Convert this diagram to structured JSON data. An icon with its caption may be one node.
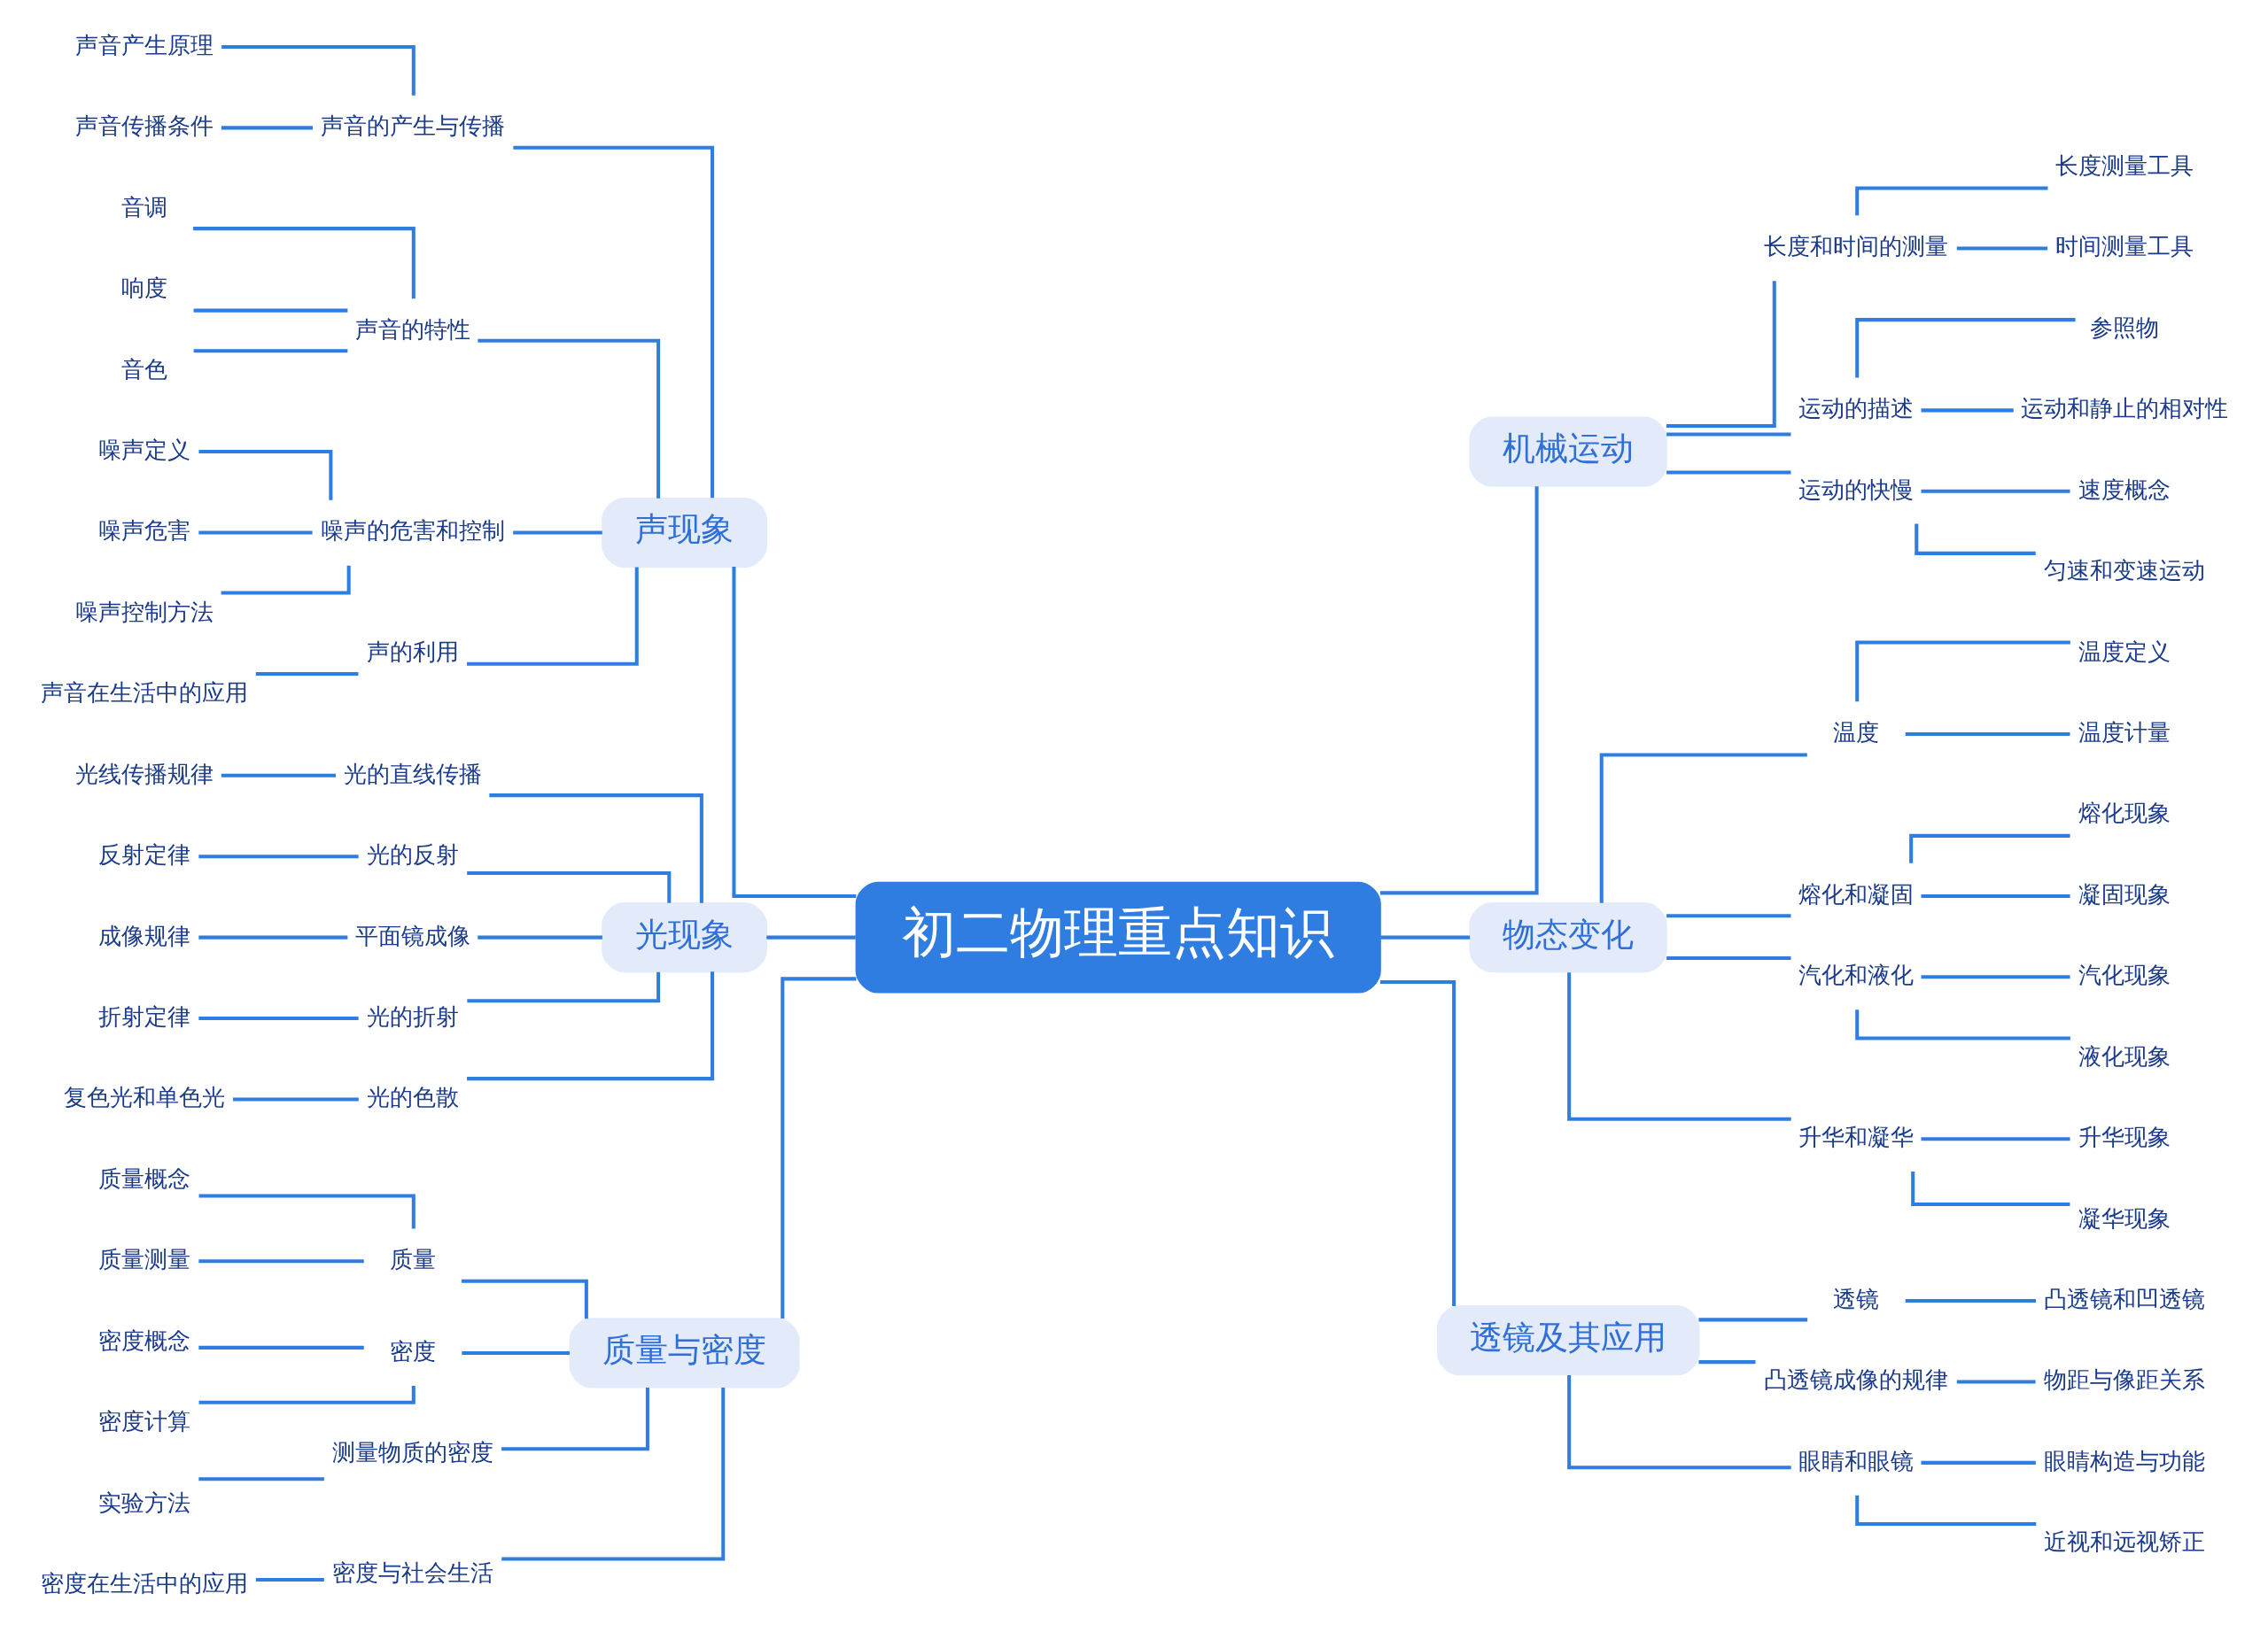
{
  "diagram": {
    "nodes": [
      {
        "text": [
          "初二物理重点知识"
        ]
      },
      {
        "text": [
          "声现象"
        ]
      },
      {
        "text": [
          "声音的产生与传播"
        ]
      },
      {
        "text": [
          "声音产生原理"
        ]
      },
      {
        "text": [
          "声音传播条件"
        ]
      },
      {
        "text": [
          "声音的特性"
        ]
      },
      {
        "text": [
          "音调"
        ]
      },
      {
        "text": [
          "响度"
        ]
      },
      {
        "text": [
          "音色"
        ]
      },
      {
        "text": [
          "噪声的危害和控制"
        ]
      },
      {
        "text": [
          "噪声定义"
        ]
      },
      {
        "text": [
          "噪声危害"
        ]
      },
      {
        "text": [
          "噪声控制方法"
        ]
      },
      {
        "text": [
          "声的利用"
        ]
      },
      {
        "text": [
          "声音在生活中的应用"
        ]
      },
      {
        "text": [
          "光现象"
        ]
      },
      {
        "text": [
          "光的直线传播"
        ]
      },
      {
        "text": [
          "光线传播规律"
        ]
      },
      {
        "text": [
          "光的反射"
        ]
      },
      {
        "text": [
          "反射定律"
        ]
      },
      {
        "text": [
          "平面镜成像"
        ]
      },
      {
        "text": [
          "成像规律"
        ]
      },
      {
        "text": [
          "光的折射"
        ]
      },
      {
        "text": [
          "折射定律"
        ]
      },
      {
        "text": [
          "光的色散"
        ]
      },
      {
        "text": [
          "复色光和单色光"
        ]
      },
      {
        "text": [
          "质量与密度"
        ]
      },
      {
        "text": [
          "质量"
        ]
      },
      {
        "text": [
          "质量概念"
        ]
      },
      {
        "text": [
          "质量测量"
        ]
      },
      {
        "text": [
          "密度"
        ]
      },
      {
        "text": [
          "密度概念"
        ]
      },
      {
        "text": [
          "密度计算"
        ]
      },
      {
        "text": [
          "测量物质的密度"
        ]
      },
      {
        "text": [
          "实验方法"
        ]
      },
      {
        "text": [
          "密度与社会生活"
        ]
      },
      {
        "text": [
          "密度在生活中的应用"
        ]
      },
      {
        "text": [
          "机械运动"
        ]
      },
      {
        "text": [
          "长度和时间的测量"
        ]
      },
      {
        "text": [
          "长度测量工具"
        ]
      },
      {
        "text": [
          "时间测量工具"
        ]
      },
      {
        "text": [
          "运动的描述"
        ]
      },
      {
        "text": [
          "参照物"
        ]
      },
      {
        "text": [
          "运动和静止的相对性"
        ]
      },
      {
        "text": [
          "运动的快慢"
        ]
      },
      {
        "text": [
          "速度概念"
        ]
      },
      {
        "text": [
          "匀速和变速运动"
        ]
      },
      {
        "text": [
          "物态变化"
        ]
      },
      {
        "text": [
          "温度"
        ]
      },
      {
        "text": [
          "温度定义"
        ]
      },
      {
        "text": [
          "温度计量"
        ]
      },
      {
        "text": [
          "熔化和凝固"
        ]
      },
      {
        "text": [
          "熔化现象"
        ]
      },
      {
        "text": [
          "凝固现象"
        ]
      },
      {
        "text": [
          "汽化和液化"
        ]
      },
      {
        "text": [
          "汽化现象"
        ]
      },
      {
        "text": [
          "液化现象"
        ]
      },
      {
        "text": [
          "升华和凝华"
        ]
      },
      {
        "text": [
          "升华现象"
        ]
      },
      {
        "text": [
          "凝华现象"
        ]
      },
      {
        "text": [
          "透镜及其应用"
        ]
      },
      {
        "text": [
          "透镜"
        ]
      },
      {
        "text": [
          "凸透镜和凹透镜"
        ]
      },
      {
        "text": [
          "凸透镜成像的规律"
        ]
      },
      {
        "text": [
          "物距与像距关系"
        ]
      },
      {
        "text": [
          "眼睛和眼镜"
        ]
      },
      {
        "text": [
          "眼睛构造与功能"
        ]
      },
      {
        "text": [
          "近视和远视矫正"
        ]
      }
    ],
    "edges": [
      {
        "from": 0,
        "to": 1,
        "arrow": "none"
      },
      {
        "from": 1,
        "to": 2,
        "arrow": "none"
      },
      {
        "from": 2,
        "to": 3,
        "arrow": "none"
      },
      {
        "from": 2,
        "to": 4,
        "arrow": "none"
      },
      {
        "from": 1,
        "to": 5,
        "arrow": "none"
      },
      {
        "from": 5,
        "to": 6,
        "arrow": "none"
      },
      {
        "from": 5,
        "to": 7,
        "arrow": "none"
      },
      {
        "from": 5,
        "to": 8,
        "arrow": "none"
      },
      {
        "from": 1,
        "to": 9,
        "arrow": "none"
      },
      {
        "from": 9,
        "to": 10,
        "arrow": "none"
      },
      {
        "from": 9,
        "to": 11,
        "arrow": "none"
      },
      {
        "from": 9,
        "to": 12,
        "arrow": "none"
      },
      {
        "from": 1,
        "to": 13,
        "arrow": "none"
      },
      {
        "from": 13,
        "to": 14,
        "arrow": "none"
      },
      {
        "from": 0,
        "to": 15,
        "arrow": "none"
      },
      {
        "from": 15,
        "to": 16,
        "arrow": "none"
      },
      {
        "from": 16,
        "to": 17,
        "arrow": "none"
      },
      {
        "from": 15,
        "to": 18,
        "arrow": "none"
      },
      {
        "from": 18,
        "to": 19,
        "arrow": "none"
      },
      {
        "from": 15,
        "to": 20,
        "arrow": "none"
      },
      {
        "from": 20,
        "to": 21,
        "arrow": "none"
      },
      {
        "from": 15,
        "to": 22,
        "arrow": "none"
      },
      {
        "from": 22,
        "to": 23,
        "arrow": "none"
      },
      {
        "from": 15,
        "to": 24,
        "arrow": "none"
      },
      {
        "from": 24,
        "to": 25,
        "arrow": "none"
      },
      {
        "from": 0,
        "to": 26,
        "arrow": "none"
      },
      {
        "from": 26,
        "to": 27,
        "arrow": "none"
      },
      {
        "from": 27,
        "to": 28,
        "arrow": "none"
      },
      {
        "from": 27,
        "to": 29,
        "arrow": "none"
      },
      {
        "from": 26,
        "to": 30,
        "arrow": "none"
      },
      {
        "from": 30,
        "to": 31,
        "arrow": "none"
      },
      {
        "from": 30,
        "to": 32,
        "arrow": "none"
      },
      {
        "from": 26,
        "to": 33,
        "arrow": "none"
      },
      {
        "from": 33,
        "to": 34,
        "arrow": "none"
      },
      {
        "from": 26,
        "to": 35,
        "arrow": "none"
      },
      {
        "from": 35,
        "to": 36,
        "arrow": "none"
      },
      {
        "from": 0,
        "to": 37,
        "arrow": "none"
      },
      {
        "from": 37,
        "to": 38,
        "arrow": "none"
      },
      {
        "from": 38,
        "to": 39,
        "arrow": "none"
      },
      {
        "from": 38,
        "to": 40,
        "arrow": "none"
      },
      {
        "from": 37,
        "to": 41,
        "arrow": "none"
      },
      {
        "from": 41,
        "to": 42,
        "arrow": "none"
      },
      {
        "from": 41,
        "to": 43,
        "arrow": "none"
      },
      {
        "from": 37,
        "to": 44,
        "arrow": "none"
      },
      {
        "from": 44,
        "to": 45,
        "arrow": "none"
      },
      {
        "from": 44,
        "to": 46,
        "arrow": "none"
      },
      {
        "from": 0,
        "to": 47,
        "arrow": "none"
      },
      {
        "from": 47,
        "to": 48,
        "arrow": "none"
      },
      {
        "from": 48,
        "to": 49,
        "arrow": "none"
      },
      {
        "from": 48,
        "to": 50,
        "arrow": "none"
      },
      {
        "from": 47,
        "to": 51,
        "arrow": "none"
      },
      {
        "from": 51,
        "to": 52,
        "arrow": "none"
      },
      {
        "from": 51,
        "to": 53,
        "arrow": "none"
      },
      {
        "from": 47,
        "to": 54,
        "arrow": "none"
      },
      {
        "from": 54,
        "to": 55,
        "arrow": "none"
      },
      {
        "from": 54,
        "to": 56,
        "arrow": "none"
      },
      {
        "from": 47,
        "to": 57,
        "arrow": "none"
      },
      {
        "from": 57,
        "to": 58,
        "arrow": "none"
      },
      {
        "from": 57,
        "to": 59,
        "arrow": "none"
      },
      {
        "from": 0,
        "to": 60,
        "arrow": "none"
      },
      {
        "from": 60,
        "to": 61,
        "arrow": "none"
      },
      {
        "from": 61,
        "to": 62,
        "arrow": "none"
      },
      {
        "from": 60,
        "to": 63,
        "arrow": "none"
      },
      {
        "from": 63,
        "to": 64,
        "arrow": "none"
      },
      {
        "from": 60,
        "to": 65,
        "arrow": "none"
      },
      {
        "from": 65,
        "to": 66,
        "arrow": "none"
      },
      {
        "from": 65,
        "to": 67,
        "arrow": "none"
      }
    ]
  }
}
